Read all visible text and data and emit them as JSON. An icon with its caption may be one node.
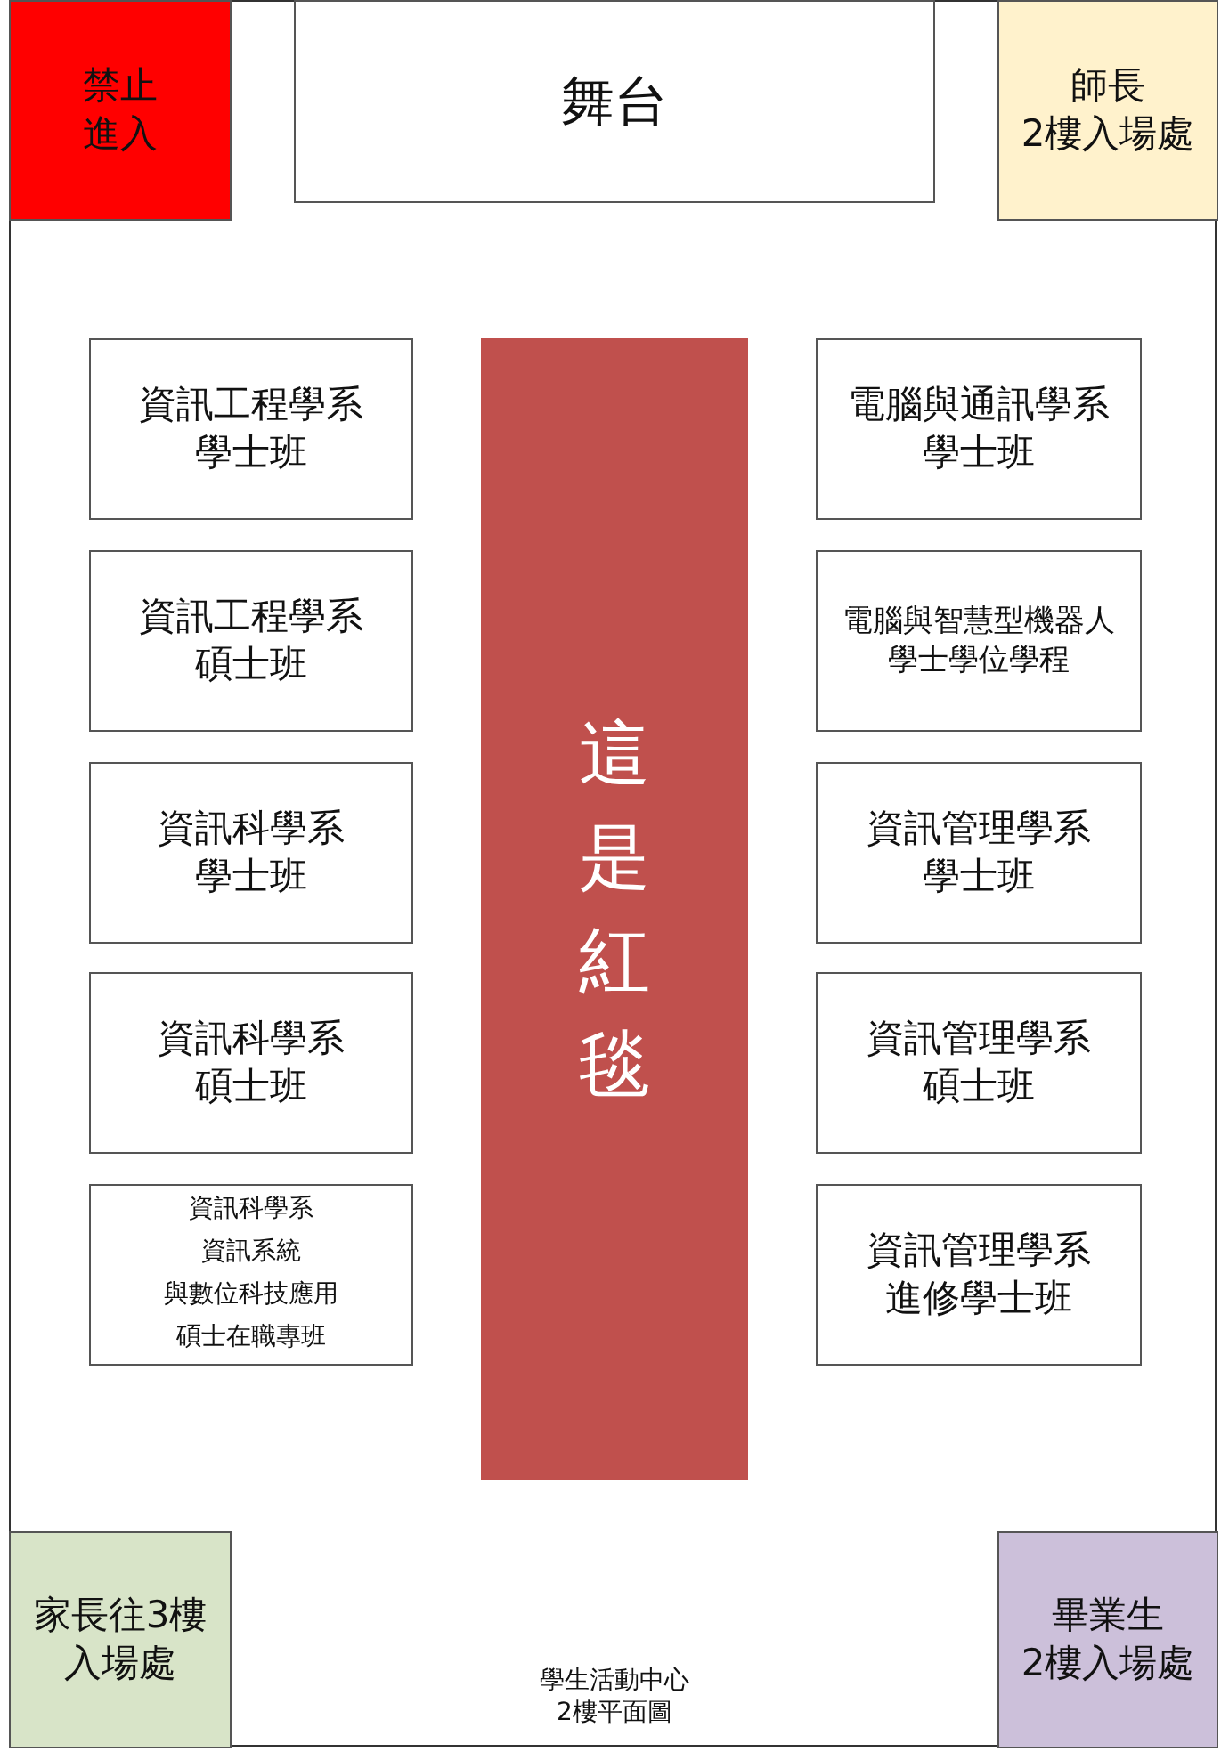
{
  "diagram": {
    "caption": "學生活動中心2樓平面圖",
    "nodes": [
      {
        "text": [
          "禁止進入"
        ]
      },
      {
        "text": [
          "舞台"
        ]
      },
      {
        "text": [
          "師長",
          "2樓入場處"
        ]
      },
      {
        "text": [
          "資訊工程學系",
          "學士班"
        ]
      },
      {
        "text": [
          "資訊工程學系",
          "碩士班"
        ]
      },
      {
        "text": [
          "資訊科學系",
          "學士班"
        ]
      },
      {
        "text": [
          "資訊科學系",
          "碩士班"
        ]
      },
      {
        "text": [
          "資訊科學系",
          "資訊系統",
          "與數位科技應用",
          "碩士在職專班"
        ]
      },
      {
        "text": [
          "這是紅毯"
        ]
      },
      {
        "text": [
          "電腦與通訊學系",
          "學士班"
        ]
      },
      {
        "text": [
          "電腦與智慧型機器人",
          "學士學位學程"
        ]
      },
      {
        "text": [
          "資訊管理學系",
          "學士班"
        ]
      },
      {
        "text": [
          "資訊管理學系",
          "碩士班"
        ]
      },
      {
        "text": [
          "資訊管理學系",
          "進修學士班"
        ]
      },
      {
        "text": [
          "家長往3樓入場處"
        ]
      },
      {
        "text": [
          "畢業生",
          "2樓入場處"
        ]
      }
    ],
    "edges": []
  }
}
